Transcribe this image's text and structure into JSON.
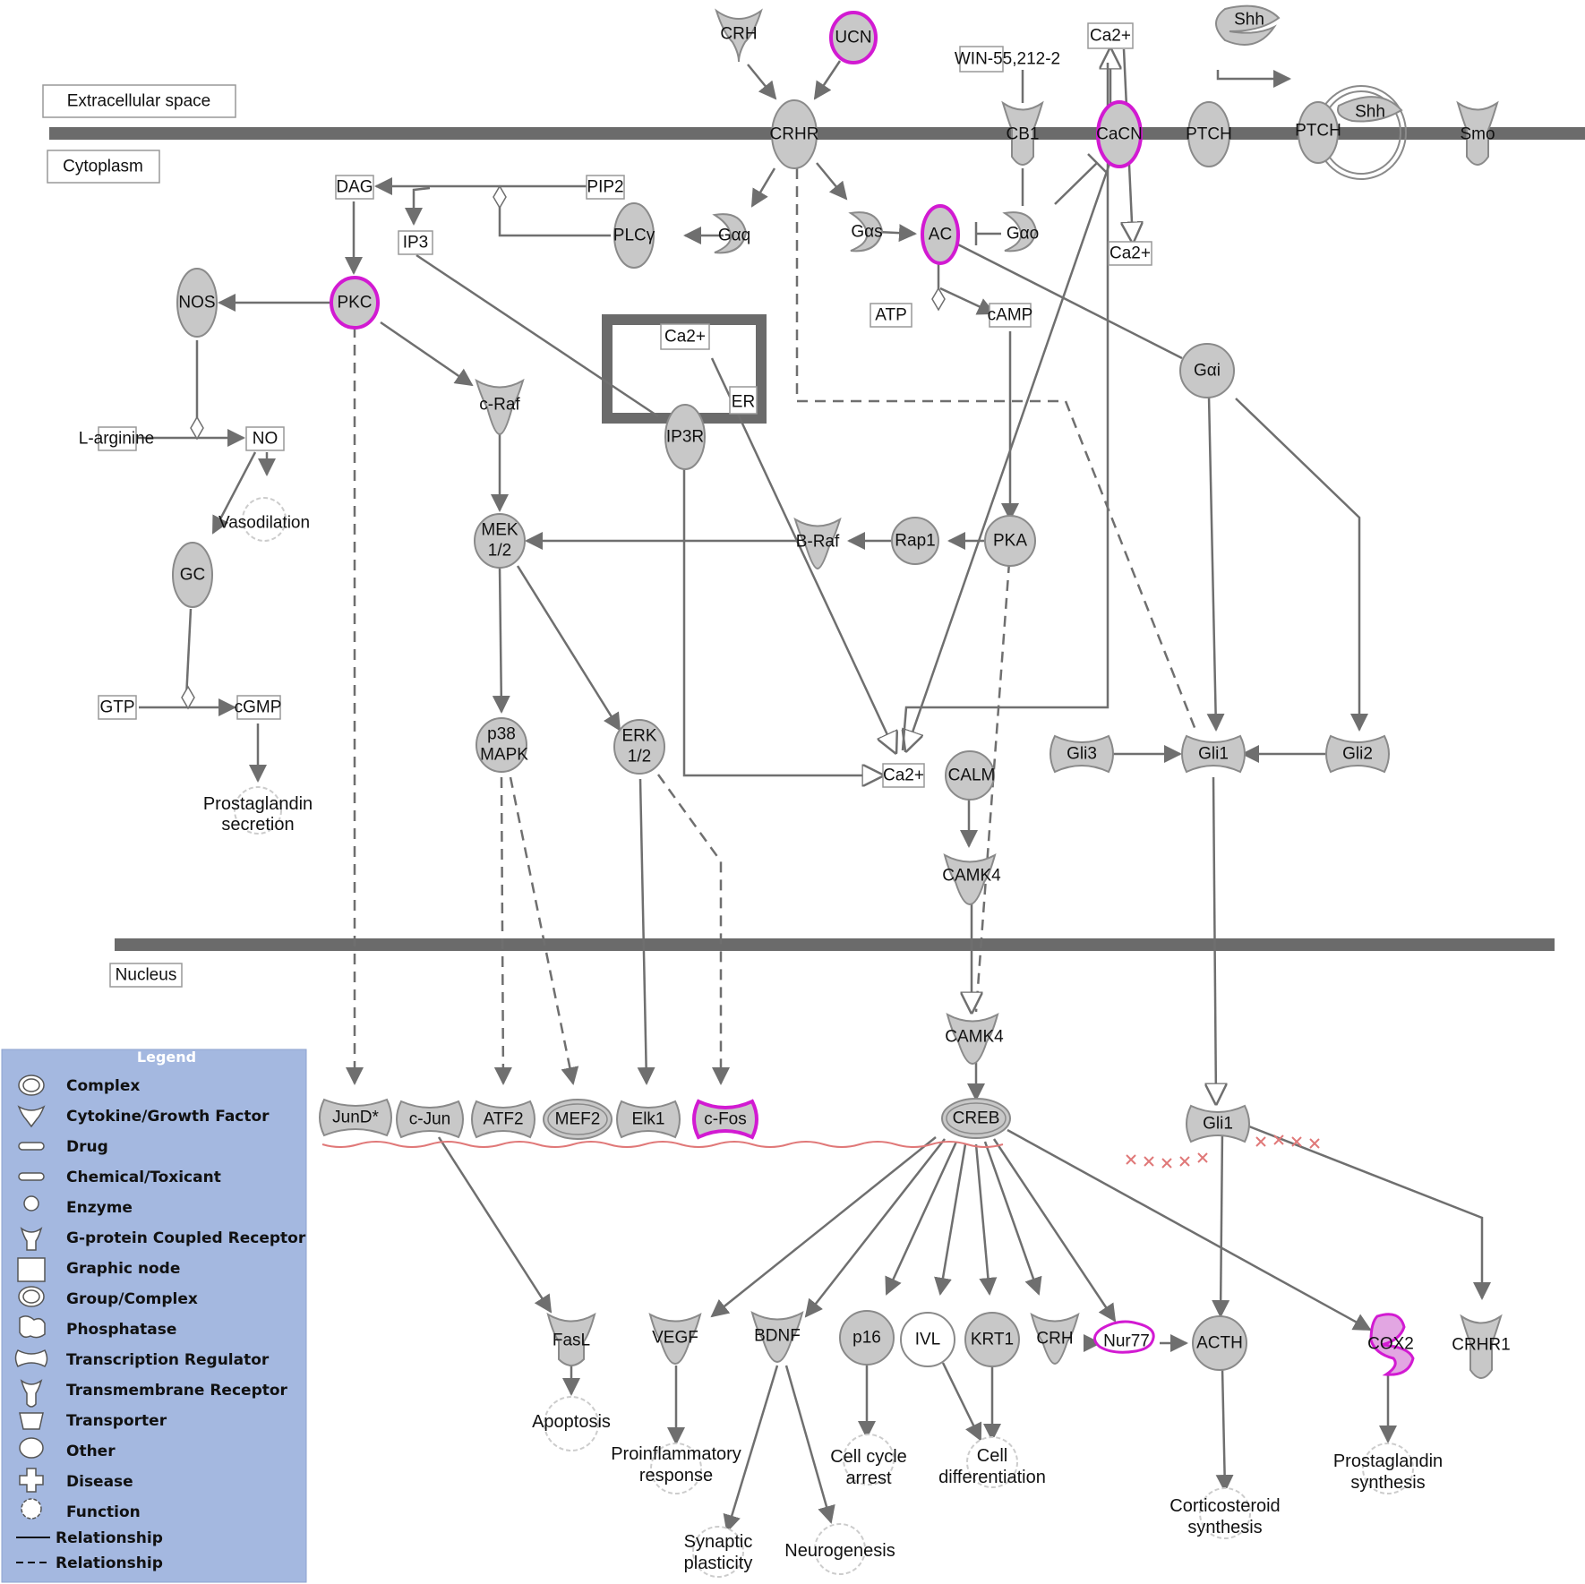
{
  "compartments": {
    "extracellular": "Extracellular space",
    "cytoplasm": "Cytoplasm",
    "nucleus": "Nucleus"
  },
  "nodes": {
    "crh_top": "CRH",
    "ucn": "UCN",
    "crhr": "CRHR",
    "win": "WIN-55,212-2",
    "cb1": "CB1",
    "ca_top": "Ca2+",
    "cacn": "CaCN",
    "ptch1": "PTCH",
    "shh_top": "Shh",
    "ptch2": "PTCH",
    "shh2": "Shh",
    "smo": "Smo",
    "dag": "DAG",
    "pip2": "PIP2",
    "ip3": "IP3",
    "plcy": "PLCγ",
    "gaq": "Gαq",
    "gas": "Gαs",
    "ac": "AC",
    "gao": "Gαo",
    "ca_cacn": "Ca2+",
    "atp": "ATP",
    "camp": "cAMP",
    "gai": "Gαi",
    "nos": "NOS",
    "pkc": "PKC",
    "larg": "L-arginine",
    "no": "NO",
    "vaso": "Vasodilation",
    "gc": "GC",
    "gtp": "GTP",
    "cgmp": "cGMP",
    "pg_sec1": "Prostaglandin",
    "pg_sec2": "secretion",
    "craf": "c-Raf",
    "ca_er": "Ca2+",
    "er": "ER",
    "ip3r": "IP3R",
    "mek1": "MEK",
    "mek2": "1/2",
    "braf": "B-Raf",
    "rap1": "Rap1",
    "pka": "PKA",
    "p381": "p38",
    "p382": "MAPK",
    "erk1": "ERK",
    "erk2": "1/2",
    "ca_calm": "Ca2+",
    "calm": "CALM",
    "camk4_c": "CAMK4",
    "gli3": "Gli3",
    "gli1_c": "Gli1",
    "gli2": "Gli2",
    "camk4_n": "CAMK4",
    "creb": "CREB",
    "gli1_n": "Gli1",
    "jund": "JunD*",
    "cjun": "c-Jun",
    "atf2": "ATF2",
    "mef2": "MEF2",
    "elk1": "Elk1",
    "cfos": "c-Fos",
    "fasl": "FasL",
    "vegf": "VEGF",
    "bdnf": "BDNF",
    "p16": "p16",
    "ivl": "IVL",
    "krt1": "KRT1",
    "crh_n": "CRH",
    "nur77": "Nur77",
    "acth": "ACTH",
    "cox2": "COX2",
    "crhr1": "CRHR1",
    "apoptosis": "Apoptosis",
    "proinf1": "Proinflammatory",
    "proinf2": "response",
    "ccarrest1": "Cell cycle",
    "ccarrest2": "arrest",
    "celldiff1": "Cell",
    "celldiff2": "differentiation",
    "cortico1": "Corticosteroid",
    "cortico2": "synthesis",
    "pgsyn1": "Prostaglandin",
    "pgsyn2": "synthesis",
    "synplast1": "Synaptic",
    "synplast2": "plasticity",
    "neurogenesis": "Neurogenesis"
  },
  "legend": {
    "title": "Legend",
    "items": [
      "Complex",
      "Cytokine/Growth Factor",
      "Drug",
      "Chemical/Toxicant",
      "Enzyme",
      "G-protein Coupled Receptor",
      "Graphic node",
      "Group/Complex",
      "Phosphatase",
      "Transcription Regulator",
      "Transmembrane Receptor",
      "Transporter",
      "Other",
      "Disease",
      "Function"
    ],
    "rel_solid": "Relationship",
    "rel_dashed": "Relationship"
  },
  "colors": {
    "highlight": "#d21ad2",
    "node": "#c8c8c8",
    "legend_bg": "#a4b8e0",
    "band": "#6b6b6b"
  }
}
